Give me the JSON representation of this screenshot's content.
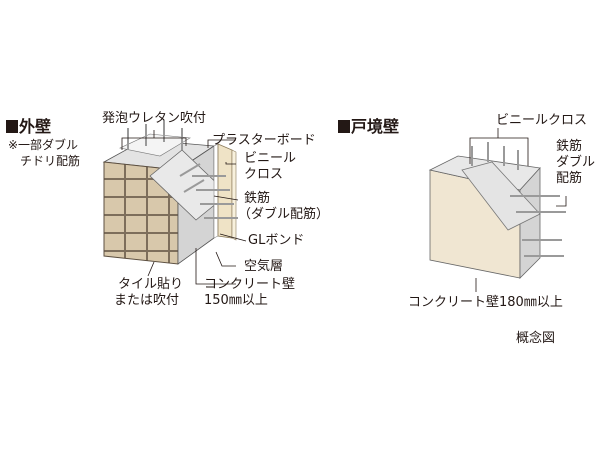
{
  "exterior": {
    "title": "外壁",
    "note_line1": "※一部ダブル",
    "note_line2": "チドリ配筋",
    "labels": {
      "urethane": "発泡ウレタン吹付",
      "plaster": "プラスターボード",
      "vinyl_l1": "ビニール",
      "vinyl_l2": "クロス",
      "rebar_l1": "鉄筋",
      "rebar_l2": "（ダブル配筋）",
      "gl_bond": "GLボンド",
      "air": "空気層",
      "tile_l1": "タイル貼り",
      "tile_l2": "または吹付",
      "concrete_l1": "コンクリート壁",
      "concrete_l2": "150㎜以上"
    }
  },
  "party": {
    "title": "戸境壁",
    "labels": {
      "vinyl": "ビニールクロス",
      "rebar_l1": "鉄筋",
      "rebar_l2": "ダブル",
      "rebar_l3": "配筋",
      "concrete": "コンクリート壁180㎜以上"
    }
  },
  "footnote": "概念図",
  "colors": {
    "text": "#231815",
    "concrete_face": "#ececec",
    "concrete_side": "#d4d4d4",
    "plaster": "#efe3c6",
    "tile": "#cbb89a",
    "tile_joint": "#7d6e5b",
    "rebar": "#9a9a9a"
  }
}
